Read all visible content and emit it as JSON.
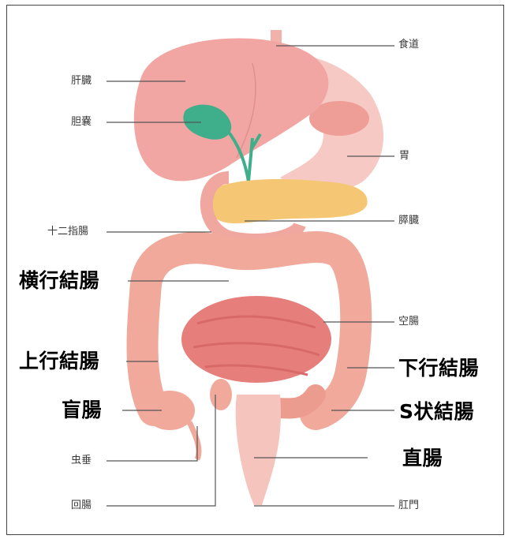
{
  "labels": {
    "esophagus": "食道",
    "liver": "肝臓",
    "gallbladder": "胆嚢",
    "stomach": "胃",
    "duodenum": "十二指腸",
    "pancreas": "膵臓",
    "transverse_colon": "横行結腸",
    "jejunum": "空腸",
    "ascending_colon": "上行結腸",
    "descending_colon": "下行結腸",
    "cecum": "盲腸",
    "sigmoid_colon": "S状結腸",
    "rectum": "直腸",
    "appendix": "虫垂",
    "ileum": "回腸",
    "anus": "肛門"
  },
  "colors": {
    "liver": "#f2a6a3",
    "gallbladder": "#3fae8a",
    "pancreas": "#f5c774",
    "stomach": "#f6c9c4",
    "colon": "#f0a99b",
    "small_intestine": "#e67e7c",
    "rectum": "#f5c4bd"
  }
}
